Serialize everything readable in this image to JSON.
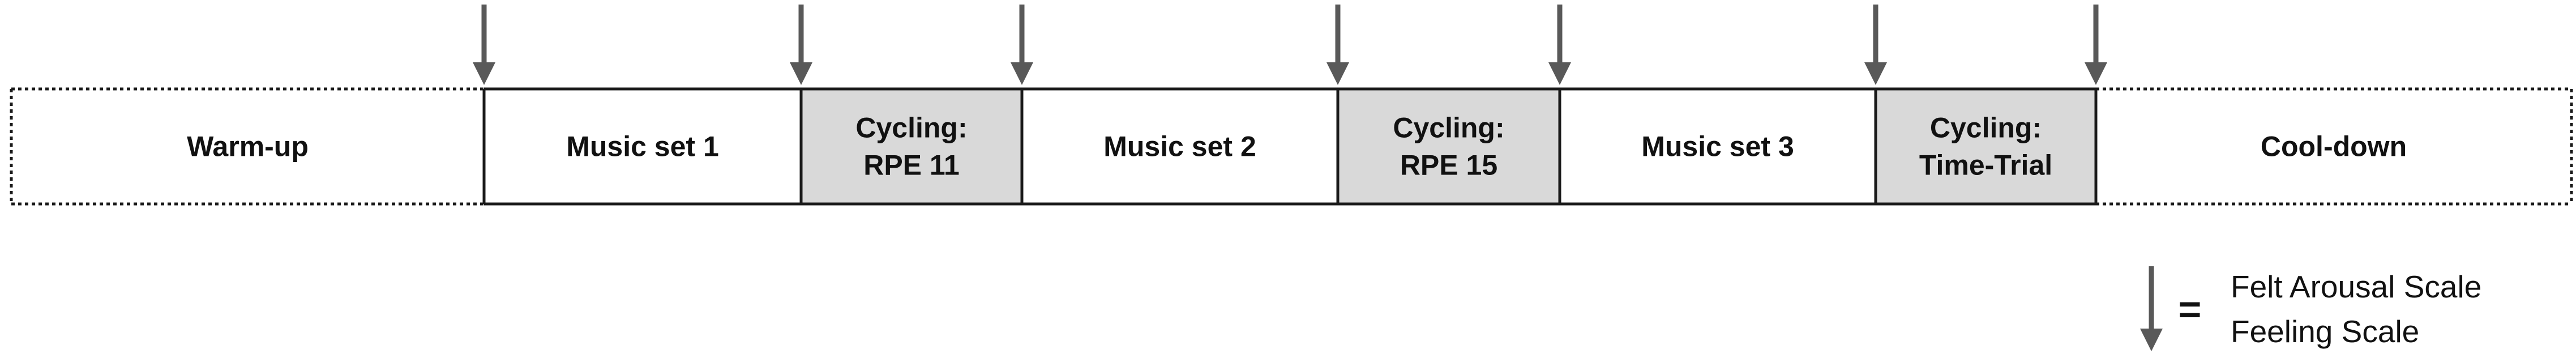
{
  "segments": [
    {
      "lines": [
        "Warm-up"
      ],
      "style": "dotted",
      "fill": "#ffffff"
    },
    {
      "lines": [
        "Music set 1"
      ],
      "style": "solid",
      "fill": "#ffffff"
    },
    {
      "lines": [
        "Cycling:",
        "RPE 11"
      ],
      "style": "solid",
      "fill": "#d9d9d9"
    },
    {
      "lines": [
        "Music set 2"
      ],
      "style": "solid",
      "fill": "#ffffff"
    },
    {
      "lines": [
        "Cycling:",
        "RPE 15"
      ],
      "style": "solid",
      "fill": "#d9d9d9"
    },
    {
      "lines": [
        "Music set 3"
      ],
      "style": "solid",
      "fill": "#ffffff"
    },
    {
      "lines": [
        "Cycling:",
        "Time-Trial"
      ],
      "style": "solid",
      "fill": "#d9d9d9"
    },
    {
      "lines": [
        "Cool-down"
      ],
      "style": "dotted",
      "fill": "#ffffff"
    }
  ],
  "colors": {
    "arrow": "#595959",
    "border": "#1a1a1a",
    "shaded": "#d9d9d9"
  },
  "legend": {
    "symbol": "down-arrow-icon",
    "equals": "=",
    "lines": [
      "Felt Arousal Scale",
      "Feeling Scale"
    ]
  }
}
